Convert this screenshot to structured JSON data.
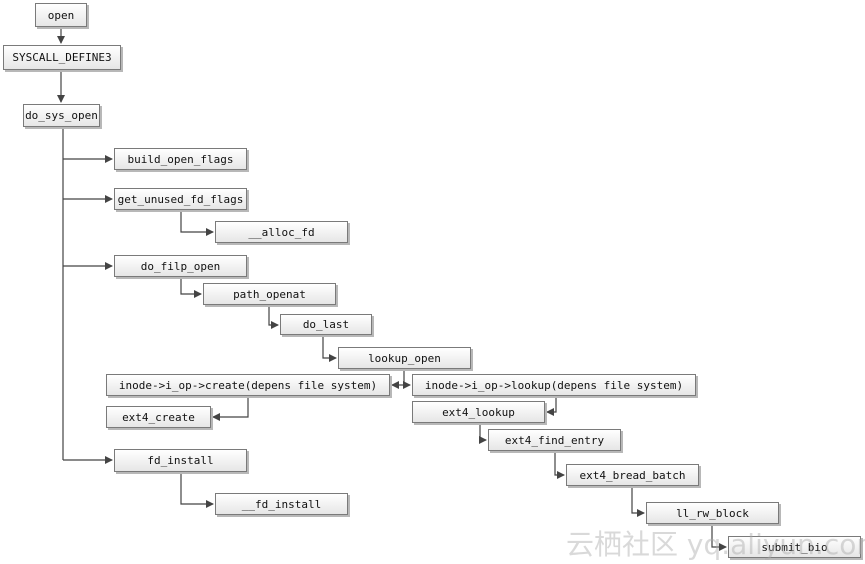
{
  "nodes": {
    "open": "open",
    "syscall_define3": "SYSCALL_DEFINE3",
    "do_sys_open": "do_sys_open",
    "build_open_flags": "build_open_flags",
    "get_unused_fd_flags": "get_unused_fd_flags",
    "alloc_fd": "__alloc_fd",
    "do_filp_open": "do_filp_open",
    "path_openat": "path_openat",
    "do_last": "do_last",
    "lookup_open": "lookup_open",
    "inode_create": "inode->i_op->create(depens file system)",
    "inode_lookup": "inode->i_op->lookup(depens file system)",
    "ext4_create": "ext4_create",
    "ext4_lookup": "ext4_lookup",
    "ext4_find_entry": "ext4_find_entry",
    "ext4_bread_batch": "ext4_bread_batch",
    "ll_rw_block": "ll_rw_block",
    "submit_bio": "submit_bio",
    "fd_install": "fd_install",
    "fd_install_inner": "__fd_install"
  },
  "watermark": "云栖社区 yq.aliyun.com",
  "colors": {
    "box_border": "#7a7a7a",
    "line": "#444444"
  }
}
